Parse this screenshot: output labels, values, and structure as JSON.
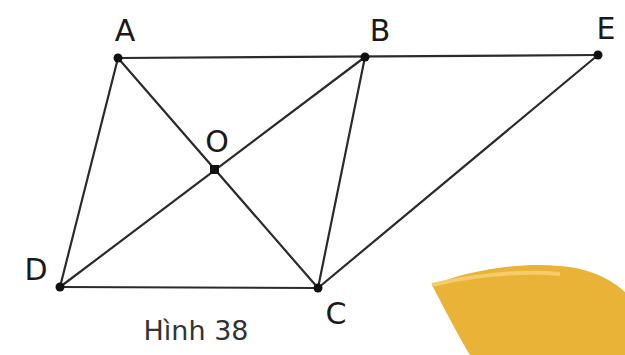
{
  "diagram": {
    "caption": "Hình 38",
    "labels": [
      "A",
      "B",
      "E",
      "O",
      "D",
      "C"
    ]
  }
}
